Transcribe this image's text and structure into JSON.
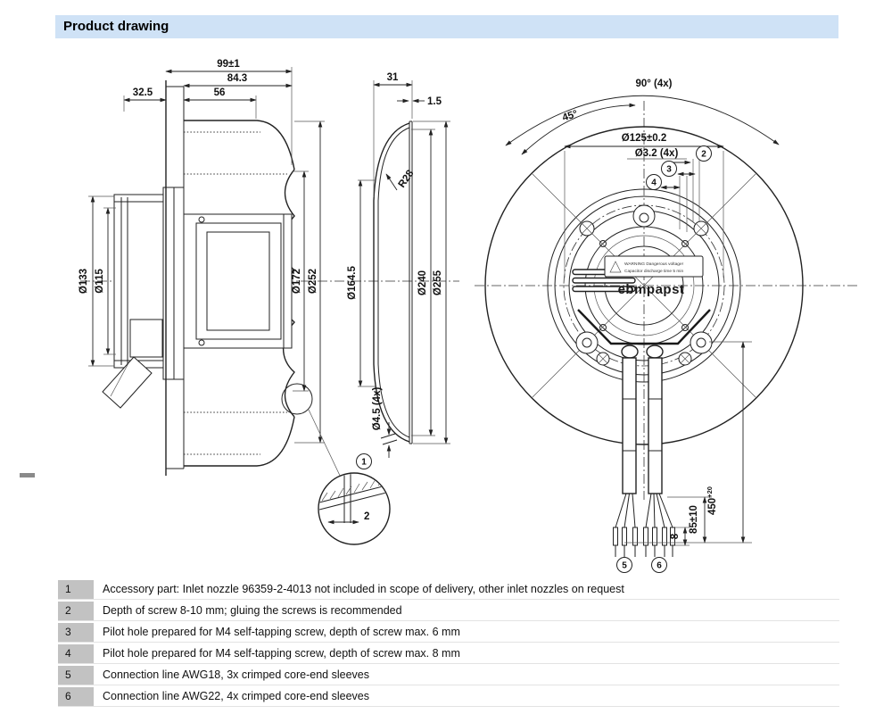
{
  "header": {
    "title": "Product drawing",
    "bg": "#cfe2f6"
  },
  "side_view": {
    "dim_depth_total": "99±1",
    "dim_depth_84": "84.3",
    "dim_depth_56": "56",
    "dim_motor": "32.5",
    "dia_133": "Ø133",
    "dia_115": "Ø115",
    "dia_172": "Ø172",
    "dia_252": "Ø252"
  },
  "nozzle_view": {
    "dim_31": "31",
    "dim_1_5": "1.5",
    "r28": "R28",
    "dia_164": "Ø164.5",
    "dia_240": "Ø240",
    "dia_255": "Ø255",
    "dia_45": "Ø4.5 (4x)"
  },
  "detail_view": {
    "callout_1": "1",
    "dim_2": "2"
  },
  "front_view": {
    "angle_90": "90° (4x)",
    "angle_45": "45°",
    "dia_bolt_circle": "Ø125±0.2",
    "dia_pilot": "Ø3.2 (4x)",
    "callout_2": "2",
    "callout_3": "3",
    "callout_4": "4",
    "callout_5": "5",
    "callout_6": "6",
    "dim_cable_length": "450",
    "dim_cable_length_tol": "+20",
    "dim_85": "85±10",
    "dim_8": "8",
    "warning_line1": "WARNING Dangerous voltage!",
    "warning_line2": "Capacitor discharge time 5 min",
    "logo": "ebmpapst"
  },
  "notes_table": {
    "rows": [
      {
        "num": "1",
        "text": "Accessory part: Inlet nozzle 96359-2-4013 not included in scope of delivery, other inlet nozzles on request"
      },
      {
        "num": "2",
        "text": "Depth of screw 8-10 mm; gluing the screws is recommended"
      },
      {
        "num": "3",
        "text": "Pilot hole prepared for M4 self-tapping screw, depth of screw max. 6 mm"
      },
      {
        "num": "4",
        "text": "Pilot hole prepared for M4 self-tapping screw, depth of screw max. 8 mm"
      },
      {
        "num": "5",
        "text": "Connection line AWG18, 3x crimped core-end sleeves"
      },
      {
        "num": "6",
        "text": "Connection line AWG22, 4x crimped core-end sleeves"
      }
    ]
  }
}
